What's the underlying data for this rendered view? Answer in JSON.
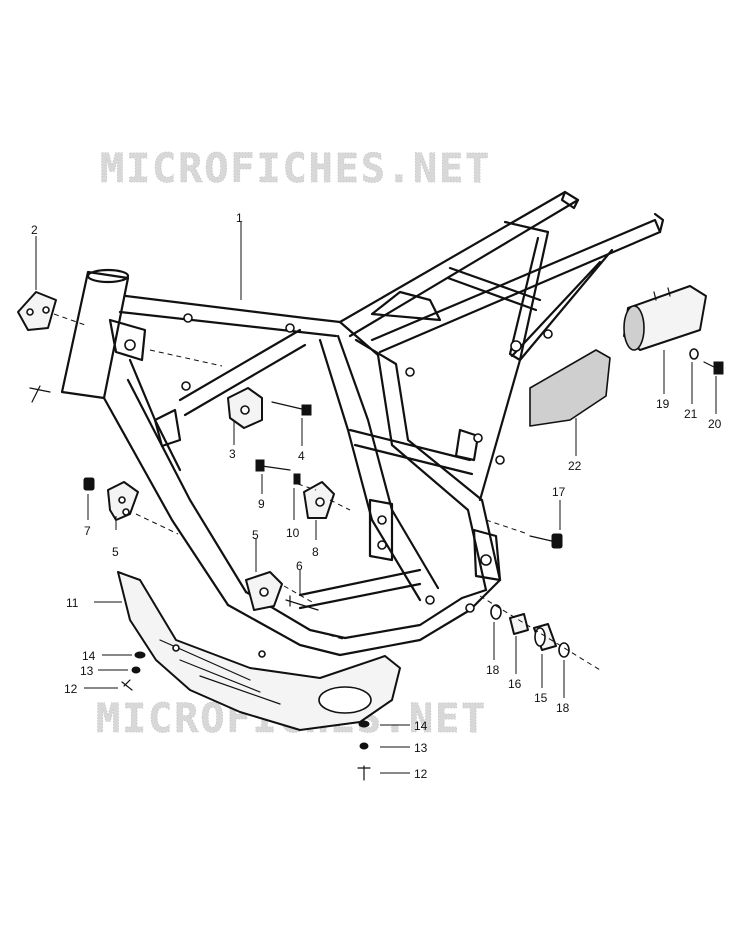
{
  "watermark": {
    "text": "MICROFICHES.NET"
  },
  "callouts": {
    "c1": "1",
    "c2": "2",
    "c3": "3",
    "c4": "4",
    "c5": "5",
    "c5b": "5",
    "c6": "6",
    "c7": "7",
    "c8": "8",
    "c9": "9",
    "c10": "10",
    "c11": "11",
    "c12a": "12",
    "c12b": "12",
    "c13a": "13",
    "c13b": "13",
    "c14a": "14",
    "c14b": "14",
    "c15": "15",
    "c16": "16",
    "c17": "17",
    "c18a": "18",
    "c18b": "18",
    "c19": "19",
    "c20": "20",
    "c21": "21",
    "c22": "22"
  }
}
